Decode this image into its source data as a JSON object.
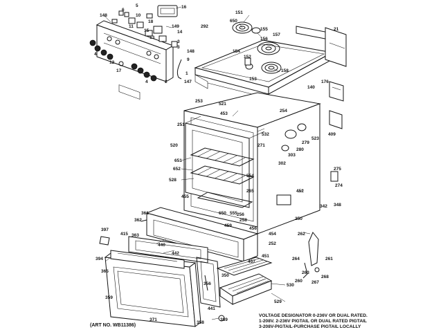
{
  "diagram": {
    "part_labels": [
      {
        "id": "148a",
        "text": "148"
      },
      {
        "id": "6",
        "text": "6"
      },
      {
        "id": "5",
        "text": "5"
      },
      {
        "id": "16",
        "text": "16"
      },
      {
        "id": "149",
        "text": "149"
      },
      {
        "id": "10",
        "text": "10"
      },
      {
        "id": "18",
        "text": "18"
      },
      {
        "id": "11",
        "text": "11"
      },
      {
        "id": "15",
        "text": "15"
      },
      {
        "id": "14",
        "text": "14"
      },
      {
        "id": "13",
        "text": "13"
      },
      {
        "id": "4a",
        "text": "4"
      },
      {
        "id": "12",
        "text": "12"
      },
      {
        "id": "17",
        "text": "17"
      },
      {
        "id": "4b",
        "text": "4"
      },
      {
        "id": "2",
        "text": "2"
      },
      {
        "id": "1",
        "text": "1"
      },
      {
        "id": "3a",
        "text": "3"
      },
      {
        "id": "3b",
        "text": "3"
      },
      {
        "id": "148b",
        "text": "148"
      },
      {
        "id": "9",
        "text": "9"
      },
      {
        "id": "147",
        "text": "147"
      },
      {
        "id": "292",
        "text": "292"
      },
      {
        "id": "151",
        "text": "151"
      },
      {
        "id": "650",
        "text": "650"
      },
      {
        "id": "155",
        "text": "155"
      },
      {
        "id": "157",
        "text": "157"
      },
      {
        "id": "156",
        "text": "156"
      },
      {
        "id": "154",
        "text": "154"
      },
      {
        "id": "152",
        "text": "152"
      },
      {
        "id": "153",
        "text": "153"
      },
      {
        "id": "158",
        "text": "158"
      },
      {
        "id": "21",
        "text": "21"
      },
      {
        "id": "176",
        "text": "176"
      },
      {
        "id": "140",
        "text": "140"
      },
      {
        "id": "253",
        "text": "253"
      },
      {
        "id": "521",
        "text": "521"
      },
      {
        "id": "453",
        "text": "453"
      },
      {
        "id": "254",
        "text": "254"
      },
      {
        "id": "251",
        "text": "251"
      },
      {
        "id": "532",
        "text": "532"
      },
      {
        "id": "520",
        "text": "520"
      },
      {
        "id": "271",
        "text": "271"
      },
      {
        "id": "279",
        "text": "279"
      },
      {
        "id": "523",
        "text": "523"
      },
      {
        "id": "409",
        "text": "409"
      },
      {
        "id": "651",
        "text": "651"
      },
      {
        "id": "652",
        "text": "652"
      },
      {
        "id": "528",
        "text": "528"
      },
      {
        "id": "280",
        "text": "280"
      },
      {
        "id": "302",
        "text": "302"
      },
      {
        "id": "303",
        "text": "303"
      },
      {
        "id": "275",
        "text": "275"
      },
      {
        "id": "274",
        "text": "274"
      },
      {
        "id": "348",
        "text": "348"
      },
      {
        "id": "554",
        "text": "554"
      },
      {
        "id": "265",
        "text": "265"
      },
      {
        "id": "452",
        "text": "452"
      },
      {
        "id": "455",
        "text": "455"
      },
      {
        "id": "256",
        "text": "256"
      },
      {
        "id": "650b",
        "text": "650"
      },
      {
        "id": "555",
        "text": "555"
      },
      {
        "id": "258",
        "text": "258"
      },
      {
        "id": "342",
        "text": "342"
      },
      {
        "id": "250",
        "text": "250"
      },
      {
        "id": "361",
        "text": "361"
      },
      {
        "id": "362",
        "text": "362"
      },
      {
        "id": "459",
        "text": "459"
      },
      {
        "id": "456",
        "text": "456"
      },
      {
        "id": "454",
        "text": "454"
      },
      {
        "id": "252",
        "text": "252"
      },
      {
        "id": "397",
        "text": "397"
      },
      {
        "id": "415",
        "text": "415"
      },
      {
        "id": "363",
        "text": "363"
      },
      {
        "id": "440",
        "text": "440"
      },
      {
        "id": "442",
        "text": "442"
      },
      {
        "id": "457",
        "text": "457"
      },
      {
        "id": "451",
        "text": "451"
      },
      {
        "id": "262",
        "text": "262"
      },
      {
        "id": "264",
        "text": "264"
      },
      {
        "id": "261",
        "text": "261"
      },
      {
        "id": "263",
        "text": "263"
      },
      {
        "id": "260",
        "text": "260"
      },
      {
        "id": "267",
        "text": "267"
      },
      {
        "id": "268",
        "text": "268"
      },
      {
        "id": "394",
        "text": "394"
      },
      {
        "id": "365",
        "text": "365"
      },
      {
        "id": "356",
        "text": "356"
      },
      {
        "id": "350",
        "text": "350"
      },
      {
        "id": "530",
        "text": "530"
      },
      {
        "id": "359",
        "text": "359"
      },
      {
        "id": "529",
        "text": "529"
      },
      {
        "id": "441",
        "text": "441"
      },
      {
        "id": "371",
        "text": "371"
      },
      {
        "id": "358",
        "text": "358"
      },
      {
        "id": "389",
        "text": "389"
      }
    ],
    "art_number": "(ART NO. WB11386)",
    "voltage_note": [
      "VOLTAGE DESIGNATOR 0-236V OR DUAL RATED.",
      "1-208V. 2-236V PIGTAIL OR DUAL RATED PIGTAIL",
      "3-208V-PIGTAIL-PURCHASE PIGTAIL LOCALLY"
    ]
  }
}
